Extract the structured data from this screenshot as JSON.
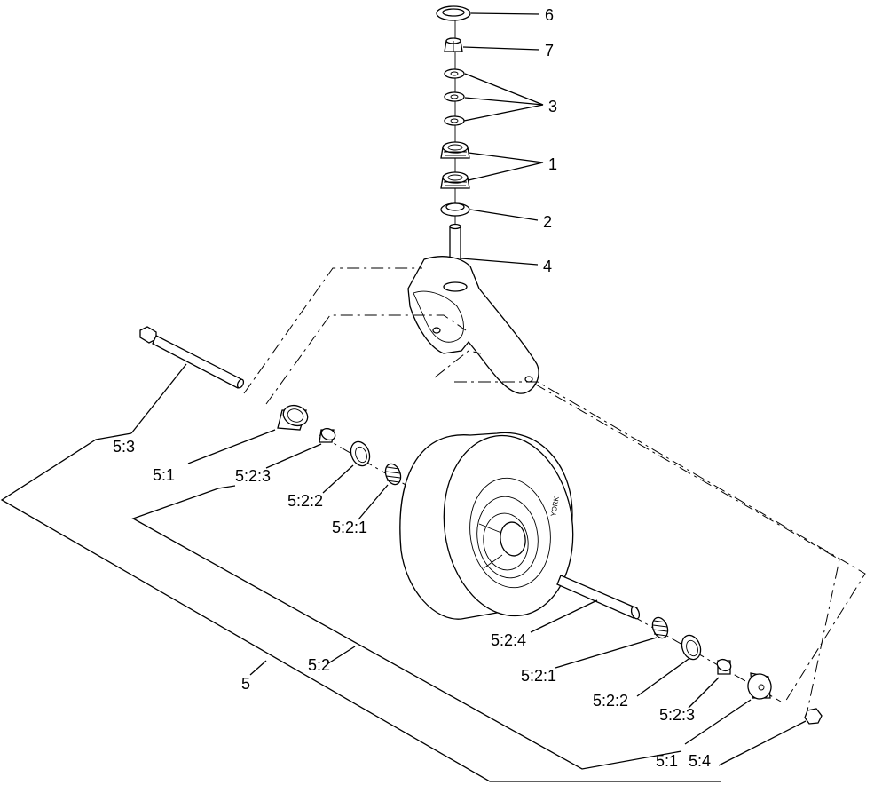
{
  "callouts": {
    "c6": "6",
    "c7": "7",
    "c3": "3",
    "c1": "1",
    "c2": "2",
    "c4": "4",
    "c5_3": "5:3",
    "c5_1_left": "5:1",
    "c5_2_3_left": "5:2:3",
    "c5_2_2_left": "5:2:2",
    "c5_2_1_left": "5:2:1",
    "c5_2_4": "5:2:4",
    "c5_2_1_right": "5:2:1",
    "c5_2_2_right": "5:2:2",
    "c5_2_3_right": "5:2:3",
    "c5_1_right": "5:1",
    "c5_4": "5:4",
    "c5": "5",
    "c5_2": "5:2"
  },
  "tire_marking": "YORK"
}
